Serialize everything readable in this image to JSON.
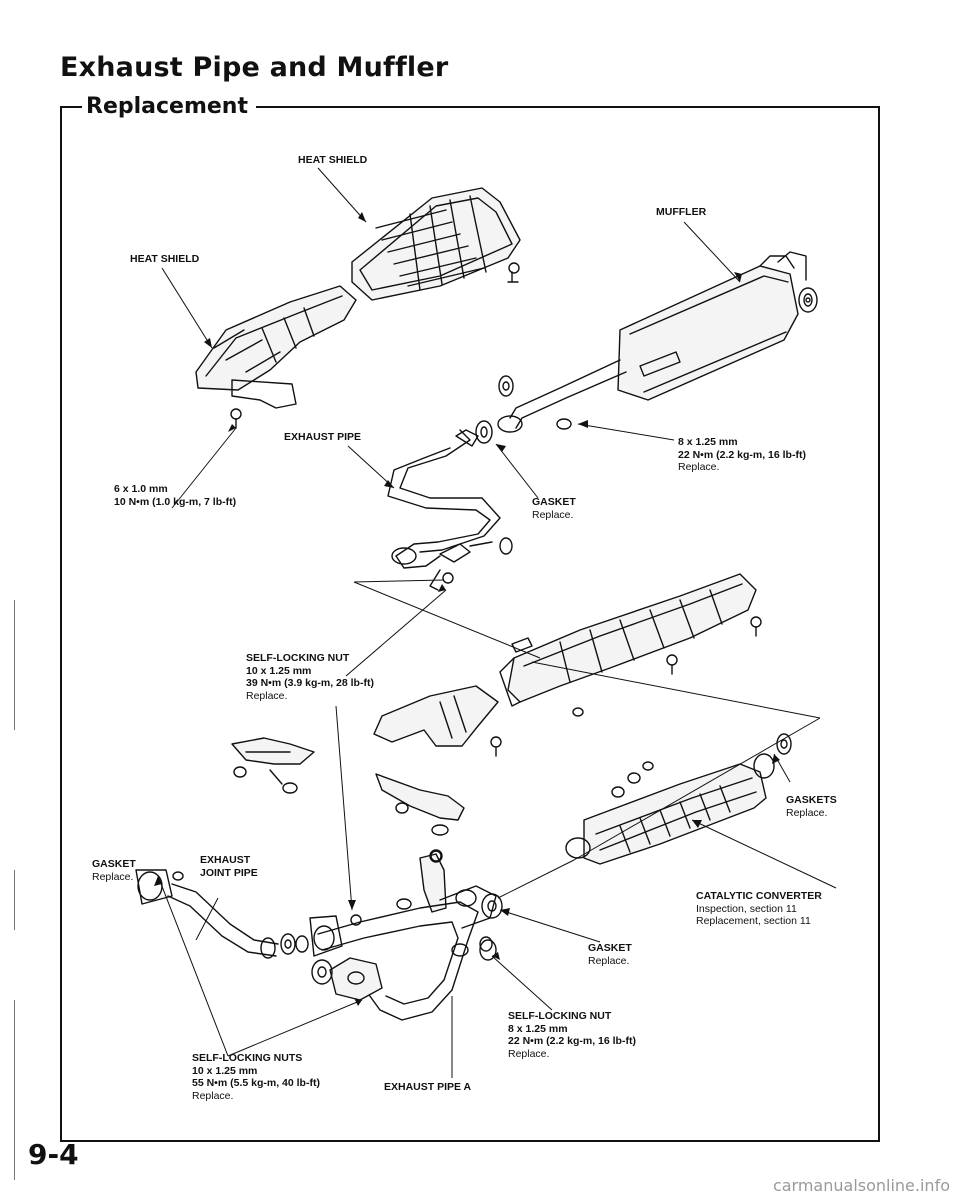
{
  "header": {
    "title": "Exhaust Pipe and Muffler",
    "subtitle": "Replacement"
  },
  "labels": {
    "heat_shield_top": "HEAT SHIELD",
    "muffler": "MUFFLER",
    "heat_shield_left": "HEAT SHIELD",
    "exhaust_pipe": "EXHAUST PIPE",
    "bolt_muffler": {
      "name": "8 x 1.25 mm",
      "torque": "22 N•m (2.2 kg-m, 16 lb-ft)",
      "note": "Replace."
    },
    "bolt_small": {
      "name": "6 x 1.0 mm",
      "torque": "10 N•m (1.0 kg-m, 7 lb-ft)"
    },
    "gasket_upper": {
      "name": "GASKET",
      "note": "Replace."
    },
    "self_locking_nut_upper": {
      "name": "SELF-LOCKING NUT",
      "size": "10 x 1.25 mm",
      "torque": "39 N•m (3.9 kg-m, 28 lb-ft)",
      "note": "Replace."
    },
    "gaskets_right": {
      "name": "GASKETS",
      "note": "Replace."
    },
    "gasket_left": {
      "name": "GASKET",
      "note": "Replace."
    },
    "exhaust_joint_pipe": {
      "line1": "EXHAUST",
      "line2": "JOINT PIPE"
    },
    "catalytic_converter": {
      "name": "CATALYTIC CONVERTER",
      "line1": "Inspection, section 11",
      "line2": "Replacement, section 11"
    },
    "gasket_lower": {
      "name": "GASKET",
      "note": "Replace."
    },
    "self_locking_nut_lower": {
      "name": "SELF-LOCKING NUT",
      "size": "8 x 1.25 mm",
      "torque": "22 N•m (2.2 kg-m, 16 lb-ft)",
      "note": "Replace."
    },
    "self_locking_nuts": {
      "name": "SELF-LOCKING NUTS",
      "size": "10 x 1.25 mm",
      "torque": "55 N•m (5.5 kg-m, 40 lb-ft)",
      "note": "Replace."
    },
    "exhaust_pipe_a": "EXHAUST PIPE A"
  },
  "page_number": "9-4",
  "footer": "carmanualsonline.info"
}
